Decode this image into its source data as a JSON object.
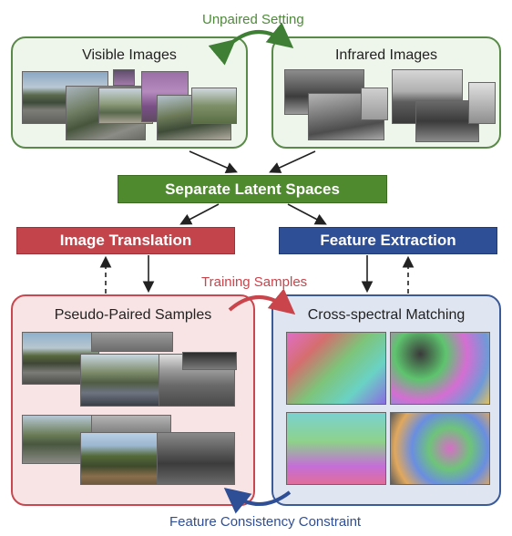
{
  "top_label": "Unpaired Setting",
  "middle_label": "Training Samples",
  "bottom_label": "Feature Consistency Constraint",
  "panels": {
    "visible": {
      "title": "Visible Images"
    },
    "infrared": {
      "title": "Infrared Images"
    },
    "pseudo": {
      "title": "Pseudo-Paired Samples"
    },
    "matching": {
      "title": "Cross-spectral Matching"
    }
  },
  "boxes": {
    "latent": "Separate Latent Spaces",
    "translation": "Image Translation",
    "extraction": "Feature Extraction"
  },
  "colors": {
    "green_border": "#5a8a4a",
    "green_fill": "#eef5ea",
    "green_bar": "#4f8a2f",
    "red_border": "#c9474e",
    "red_fill": "#f8e4e4",
    "red_bar": "#c4444b",
    "blue_border": "#3b5a98",
    "blue_fill": "#dfe6f1",
    "blue_bar": "#2e4e96",
    "top_label": "#4e8a3a",
    "middle_label": "#c9444b",
    "bottom_label": "#2e4e96"
  }
}
